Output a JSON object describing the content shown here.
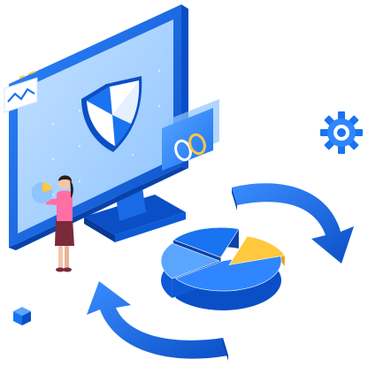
{
  "illustration": {
    "subject": "data-security-isometric",
    "icons": [
      "shield-icon",
      "gear-icon",
      "pie-chart-icon",
      "cycle-arrow-icon",
      "link-icon",
      "line-chart-icon",
      "cube-icon"
    ],
    "colors": {
      "blue_primary": "#1a73f0",
      "blue_dark": "#0b4fc6",
      "blue_light": "#8fc4ff",
      "screen_bg": "#a9d4ff",
      "accent_yellow": "#ffc83d",
      "accent_pink": "#ff6fa6",
      "figure_skirt": "#7a2b3a",
      "figure_hair": "#2b1d1a",
      "white": "#ffffff"
    }
  },
  "chart_data": {
    "type": "pie",
    "categories": [
      "",
      "",
      "",
      ""
    ],
    "values": [
      45,
      20,
      20,
      15
    ],
    "title": "",
    "legend": "none"
  }
}
